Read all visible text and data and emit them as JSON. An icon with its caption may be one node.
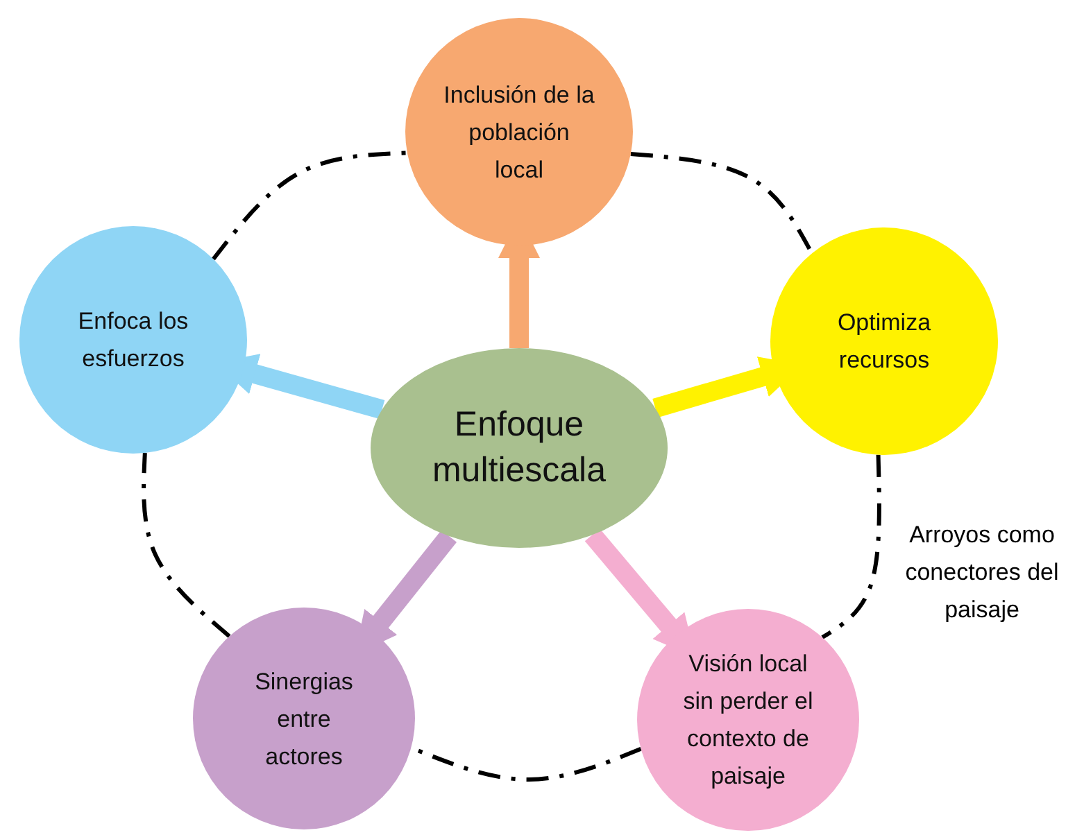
{
  "diagram": {
    "nodes": [
      {
        "text": [
          "Inclusión de la población local"
        ]
      },
      {
        "text": [
          "Enfoca los esfuerzos"
        ]
      },
      {
        "text": [
          "Enfoque multiescala"
        ]
      },
      {
        "text": [
          "Optimiza recursos"
        ]
      },
      {
        "text": [
          "Sinergias entre actores"
        ]
      },
      {
        "text": [
          "Visión local sin perder el contexto de paisaje"
        ]
      }
    ],
    "edges": [
      {
        "from": 1,
        "to": 0,
        "arrow": "none",
        "style": "dashed"
      },
      {
        "from": 0,
        "to": 3,
        "arrow": "none",
        "style": "dashed"
      },
      {
        "from": 3,
        "to": 5,
        "arrow": "none",
        "style": "dashed"
      },
      {
        "from": 5,
        "to": 4,
        "arrow": "none",
        "style": "dashed"
      },
      {
        "from": 4,
        "to": 1,
        "arrow": "none",
        "style": "dashed"
      },
      {
        "from": 2,
        "to": 0,
        "arrow": "to",
        "style": "thick",
        "color": "#f7a870"
      },
      {
        "from": 2,
        "to": 1,
        "arrow": "to",
        "style": "thick",
        "color": "#8fd5f5"
      },
      {
        "from": 2,
        "to": 3,
        "arrow": "to",
        "style": "thick",
        "color": "#fff200"
      },
      {
        "from": 2,
        "to": 4,
        "arrow": "to",
        "style": "thick",
        "color": "#c7a0cb"
      },
      {
        "from": 2,
        "to": 5,
        "arrow": "to",
        "style": "thick",
        "color": "#f4aed0"
      }
    ],
    "labels": [
      "Arroyos como conectores del paisaje"
    ]
  }
}
